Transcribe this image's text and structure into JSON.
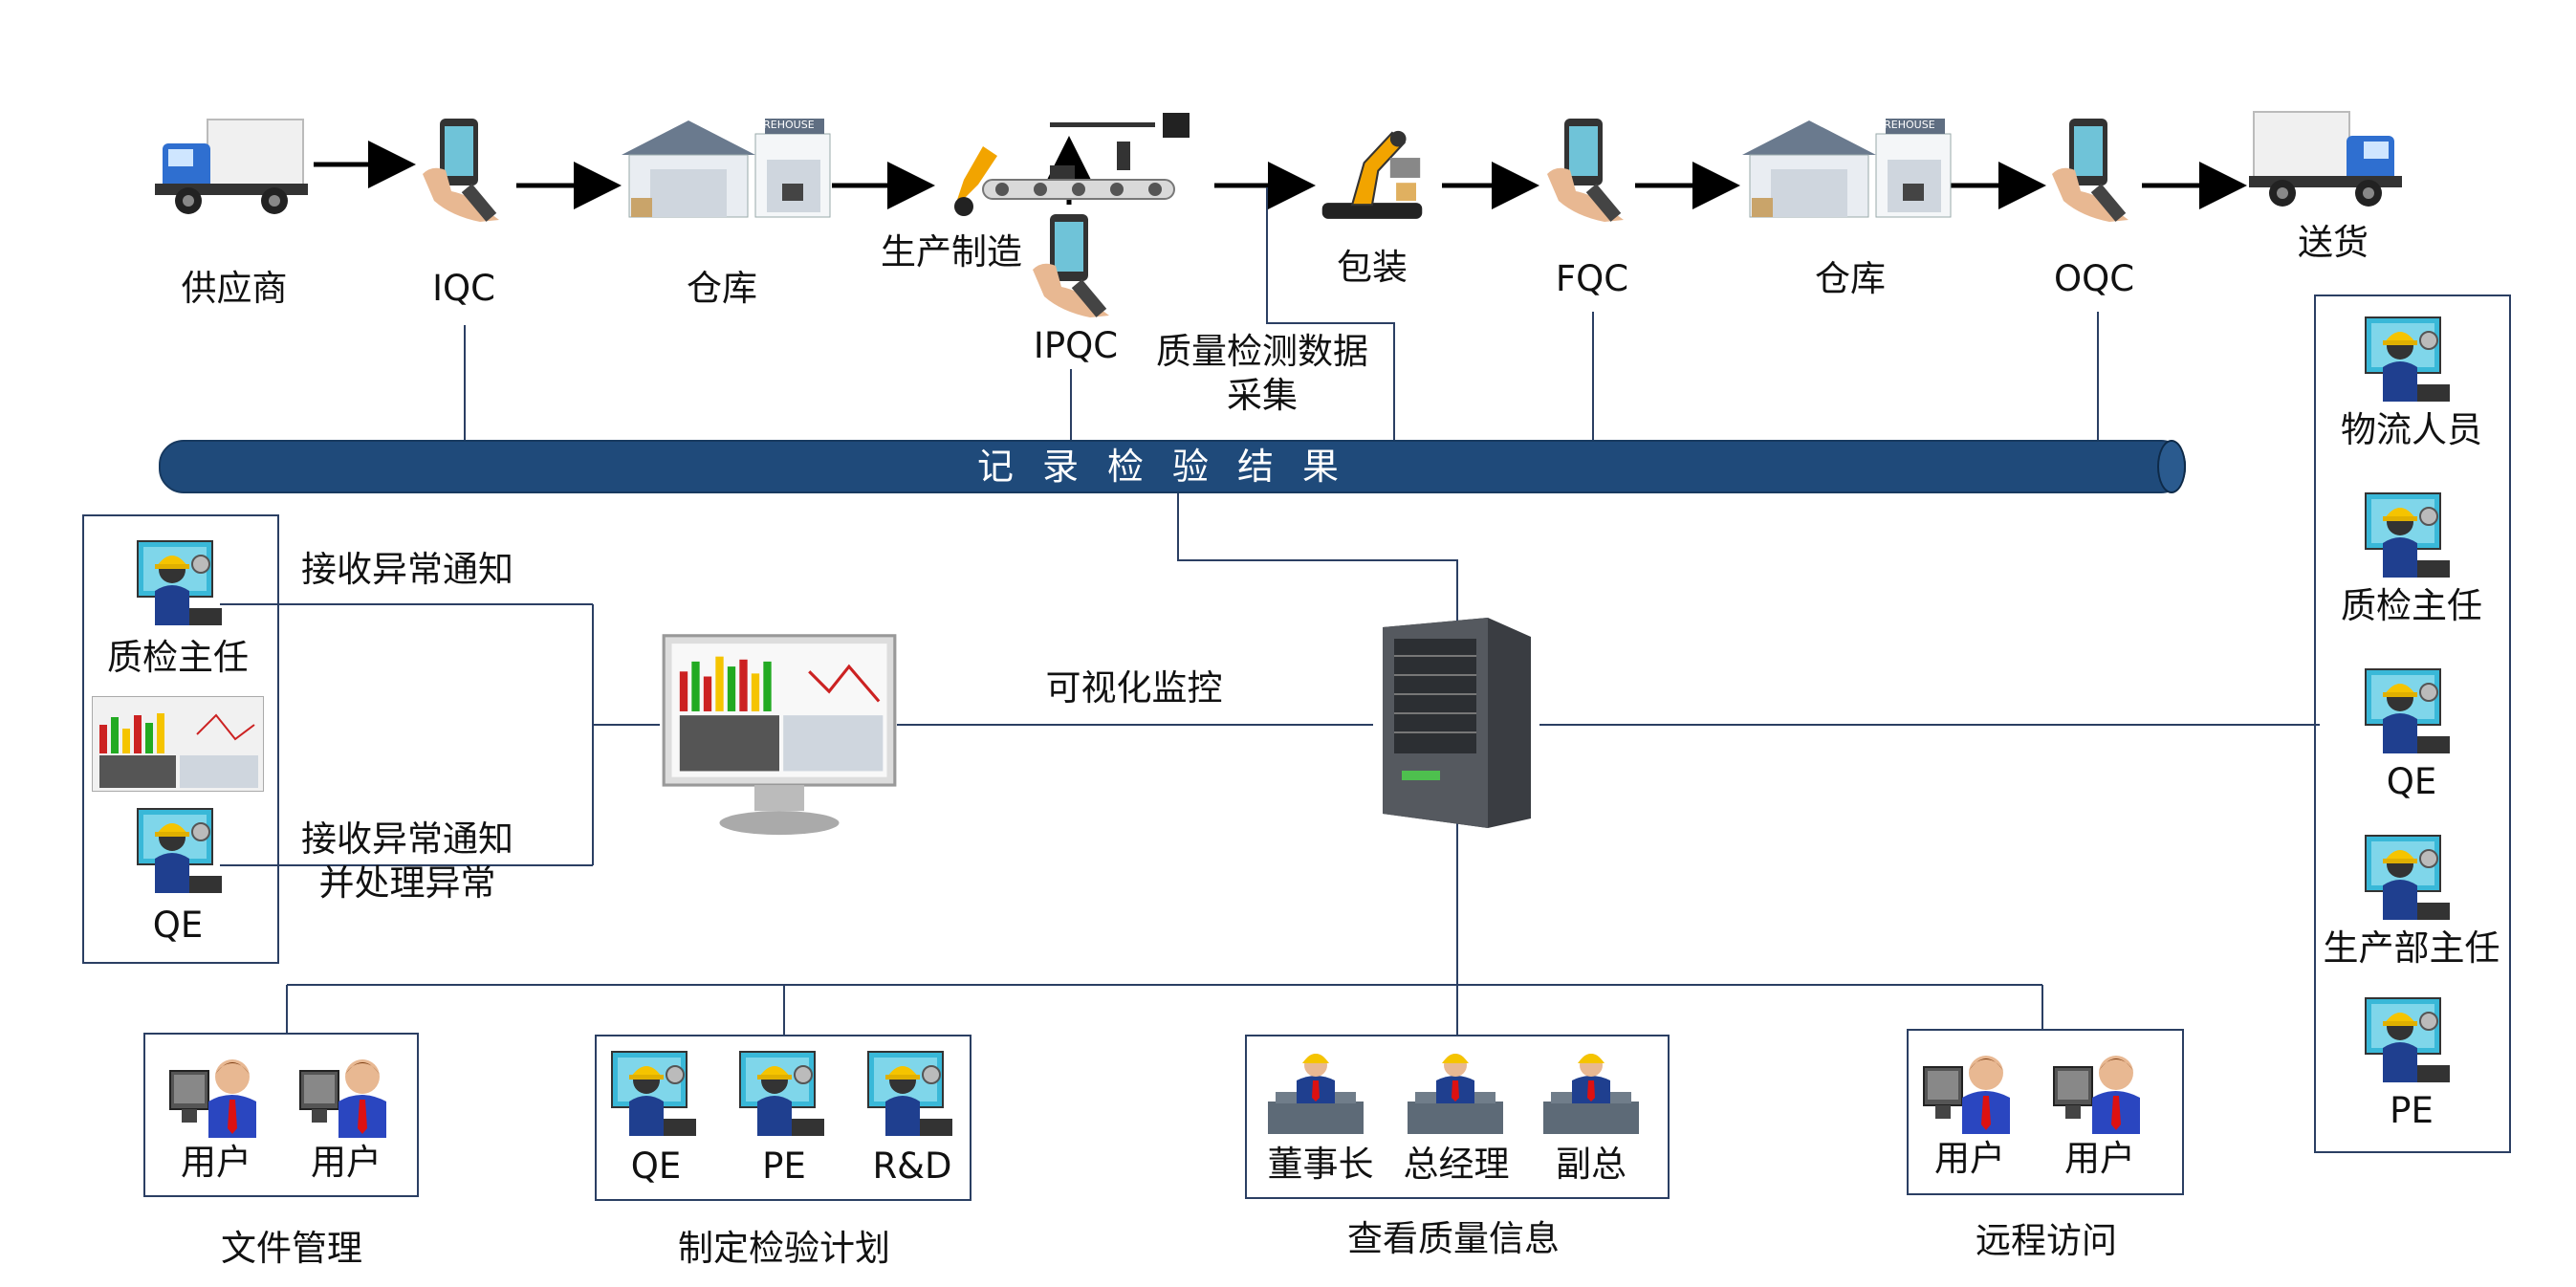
{
  "top_flow": {
    "supplier": "供应商",
    "iqc": "IQC",
    "warehouse_1": "仓库",
    "production": "生产制造",
    "ipqc": "IPQC",
    "packaging": "包装",
    "fqc": "FQC",
    "warehouse_2": "仓库",
    "oqc": "OQC",
    "delivery": "送货",
    "data_collection_line1": "质量检测数据",
    "data_collection_line2": "采集",
    "warehouse_sign": "WAREHOUSE"
  },
  "record_bar": "记录检验结果",
  "left_panel": {
    "qc_supervisor": "质检主任",
    "qe": "QE",
    "receive_notice": "接收异常通知",
    "receive_handle_line1": "接收异常通知",
    "receive_handle_line2": "并处理异常"
  },
  "center": {
    "visual_monitor": "可视化监控"
  },
  "right_panel": {
    "roles": [
      "物流人员",
      "质检主任",
      "QE",
      "生产部主任",
      "PE"
    ]
  },
  "bottom_groups": {
    "file_mgmt": {
      "users": [
        "用户",
        "用户"
      ],
      "caption": "文件管理"
    },
    "inspection_plan": {
      "users": [
        "QE",
        "PE",
        "R&D"
      ],
      "caption": "制定检验计划"
    },
    "quality_info": {
      "users": [
        "董事长",
        "总经理",
        "副总"
      ],
      "caption": "查看质量信息"
    },
    "remote_access": {
      "users": [
        "用户",
        "用户"
      ],
      "caption": "远程访问"
    }
  },
  "colors": {
    "bar": "#1f4a7a",
    "line": "#2b3f63",
    "helmet": "#f5c400",
    "worker_body": "#1f3f8f",
    "monitor": "#39b8d8"
  }
}
